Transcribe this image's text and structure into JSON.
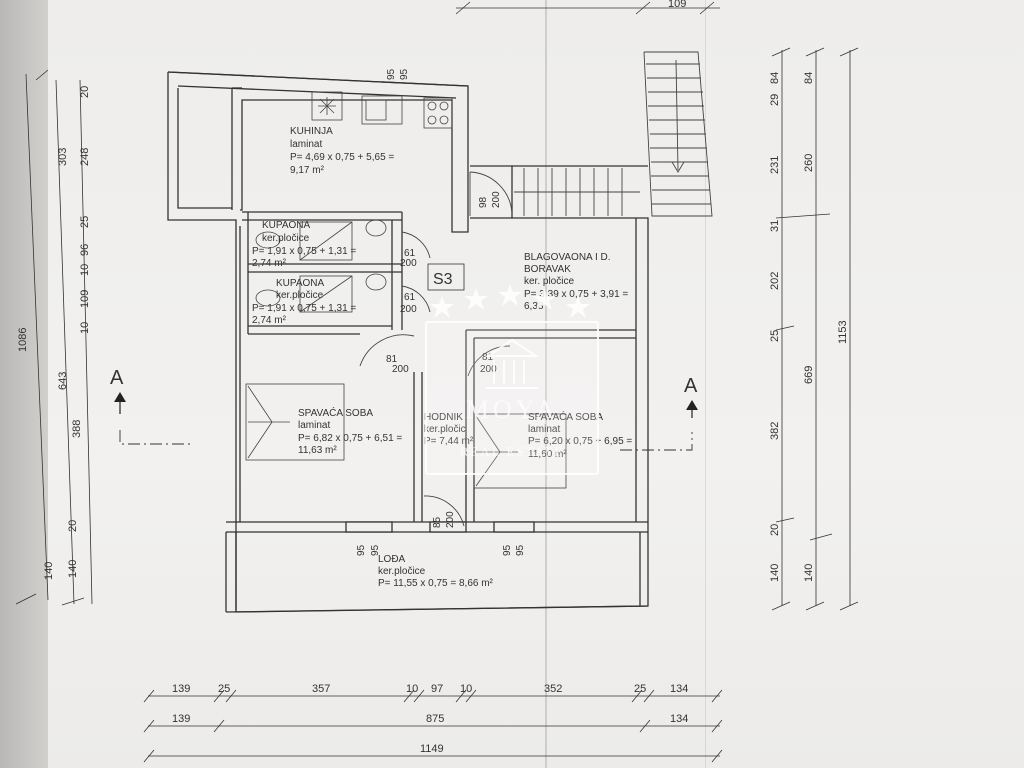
{
  "rooms": {
    "kuhinja": {
      "name": "KUHINJA",
      "floor": "laminat",
      "area_formula": "P= 4,69 x 0,75 + 5,65 =",
      "area_total": "9,17 m²"
    },
    "kupaona1": {
      "name": "KUPAONA",
      "floor": "ker.pločice",
      "area_formula": "P= 1,91 x 0,75 + 1,31 =",
      "area_total": "2,74 m²"
    },
    "kupaona2": {
      "name": "KUPAONA",
      "floor": "ker.pločice",
      "area_formula": "P= 1,91 x 0,75 + 1,31 =",
      "area_total": "2,74 m²"
    },
    "blagovaona": {
      "name_line1": "BLAGOVAONA I D.",
      "name_line2": "BORAVAK",
      "floor": "ker. pločice",
      "area_formula": "P= 3,39 x 0,75 + 3,91 =",
      "area_total": "6,38"
    },
    "spavaca1": {
      "name": "SPAVAĆA SOBA",
      "floor": "laminat",
      "area_formula": "P= 6,82 x 0,75 + 6,51 =",
      "area_total": "11,63 m²"
    },
    "hodnik": {
      "name": "HODNIK",
      "floor": "ker.pločic",
      "area_formula": "P= 7,44 m²"
    },
    "spavaca2": {
      "name": "SPAVAĆA SOBA",
      "floor": "laminat",
      "area_formula": "P= 6,20 x 0,75 + 6,95 =",
      "area_total": "11,60 m²"
    },
    "lodja": {
      "name": "LOĐA",
      "floor": "ker.pločice",
      "area_formula": "P= 11,55 x 0,75 = 8,66 m²"
    }
  },
  "unit_label": "S3",
  "section_marks": {
    "left": "A",
    "right": "A"
  },
  "door_dims": {
    "kitchen_top": [
      "95",
      "95"
    ],
    "stair_door": [
      "98",
      "200"
    ],
    "bath1_door": [
      "61",
      "200"
    ],
    "bath2_door": [
      "61",
      "200"
    ],
    "bed1_door": [
      "81",
      "200"
    ],
    "hall_door": [
      "81",
      "200"
    ],
    "balcony_left": [
      "95",
      "95"
    ],
    "balcony_mid": [
      "85",
      "200"
    ],
    "balcony_right": [
      "95",
      "95"
    ]
  },
  "left_dims": {
    "outer": "1086",
    "mid_top": "303",
    "mid_bottom": "643",
    "mid_balcony": "140",
    "inner": [
      "20",
      "248",
      "25",
      "96",
      "10",
      "109",
      "10",
      "388",
      "20",
      "140"
    ]
  },
  "right_dims": {
    "outer": "1153",
    "col1": [
      "29",
      "231",
      "31",
      "202",
      "25",
      "382",
      "20",
      "140"
    ],
    "col2": [
      "84",
      "260",
      "669",
      "140"
    ],
    "col3_top": "84"
  },
  "bottom_dims": {
    "row1": [
      "139",
      "25",
      "357",
      "10",
      "97",
      "10",
      "352",
      "25",
      "134"
    ],
    "row2": [
      "139",
      "875",
      "134"
    ],
    "row3": "1149"
  },
  "top_dims": {
    "right": "109"
  },
  "watermark": {
    "brand": "MOYA",
    "tagline": "REAL ESTATE"
  }
}
